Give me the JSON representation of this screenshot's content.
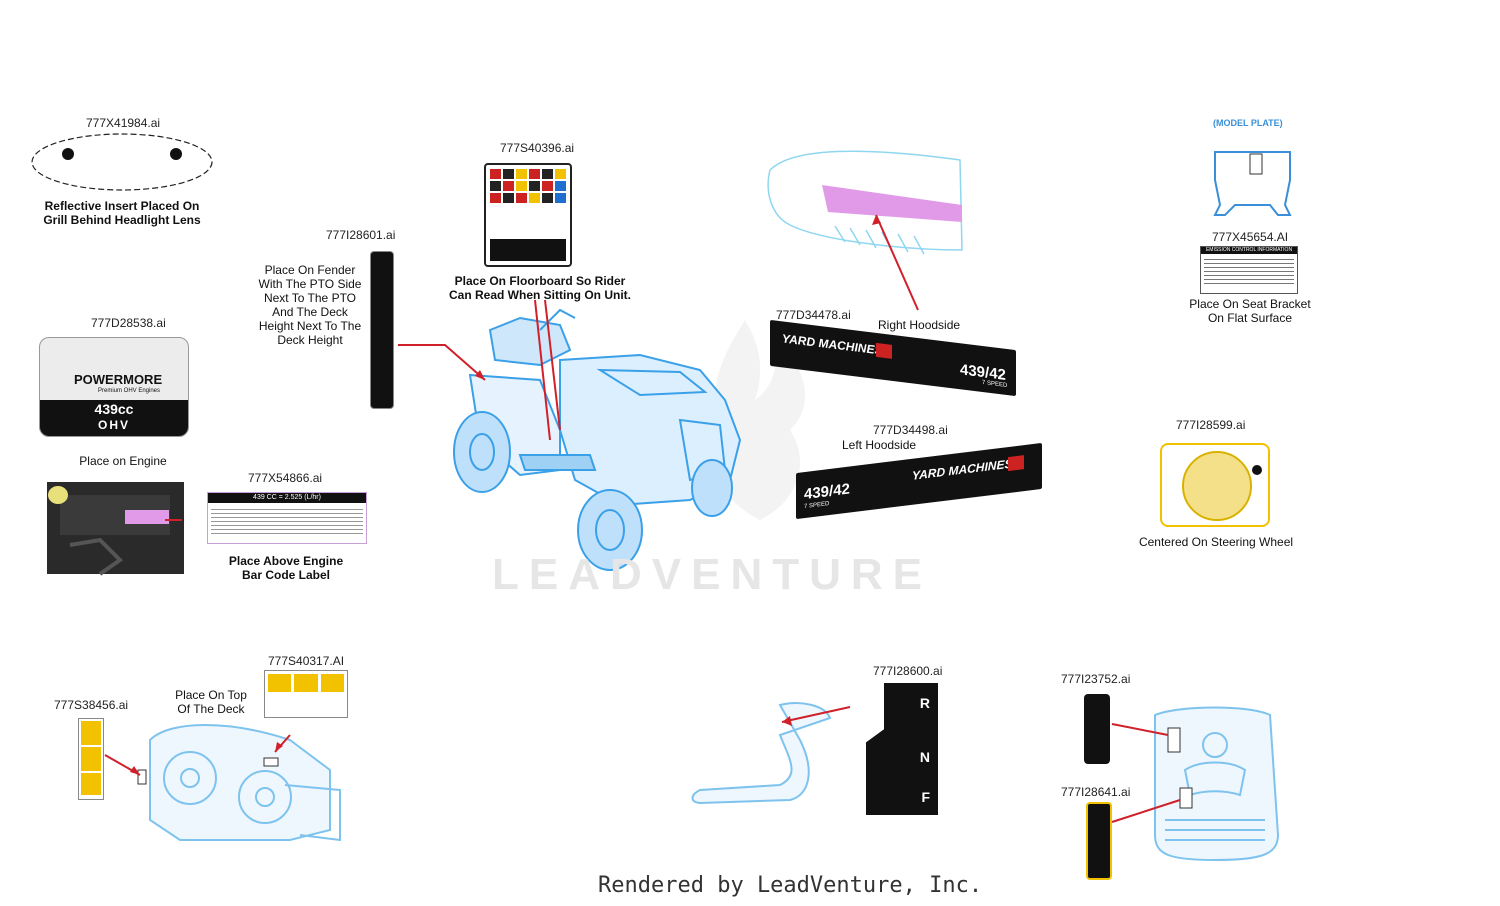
{
  "parts": {
    "reflective_insert": {
      "code": "777X41984.ai",
      "note_line1": "Reflective Insert Placed On",
      "note_line2": "Grill Behind Headlight Lens"
    },
    "floorboard": {
      "code": "777S40396.ai",
      "note_line1": "Place On Floorboard So Rider",
      "note_line2": "Can Read When Sitting On Unit."
    },
    "fender": {
      "code": "777I28601.ai",
      "note_lines": [
        "Place On Fender",
        "With The PTO Side",
        "Next To The PTO",
        "And The Deck",
        "Height Next To The",
        "Deck Height"
      ]
    },
    "engine_badge": {
      "code": "777D28538.ai",
      "brand": "POWERMORE",
      "subline": "Premium OHV Engines",
      "cc": "439cc",
      "ohv": "OHV",
      "note": "Place on Engine"
    },
    "fuel_label": {
      "code": "777X54866.ai",
      "header": "439 CC = 2.525 (L/hr)",
      "note_line1": "Place Above Engine",
      "note_line2": "Bar Code Label"
    },
    "right_hoodside": {
      "code": "777D34478.ai",
      "note": "Right Hoodside",
      "brand": "YARD MACHINES",
      "model": "439/42",
      "speed": "7 SPEED"
    },
    "left_hoodside": {
      "code": "777D34498.ai",
      "note": "Left Hoodside",
      "brand": "YARD MACHINES",
      "model": "439/42",
      "speed": "7 SPEED"
    },
    "seat_bracket": {
      "code": "777X45654.AI",
      "plate_label": "(MODEL PLATE)",
      "header": "EMISSION CONTROL INFORMATION",
      "note_line1": "Place On Seat Bracket",
      "note_line2": "On Flat Surface"
    },
    "steering_wheel": {
      "code": "777I28599.ai",
      "note": "Centered On Steering Wheel"
    },
    "deck_side": {
      "code": "777S38456.ai"
    },
    "deck_top": {
      "code": "777S40317.AI",
      "note_line1": "Place On Top",
      "note_line2": "Of The Deck"
    },
    "pedal": {
      "code": "777I28600.ai",
      "r": "R",
      "n": "N",
      "f": "F"
    },
    "dash_upper": {
      "code": "777I23752.ai"
    },
    "dash_lower": {
      "code": "777I28641.ai"
    }
  },
  "watermark": "LEADVENTURE",
  "footer": "Rendered by LeadVenture, Inc.",
  "colors": {
    "diagram_blue": "#3aa0e8",
    "leader_red": "#d0202a",
    "highlight_pink": "#e09ae8",
    "decal_black": "#111111",
    "warning_yellow": "#f2c200"
  }
}
